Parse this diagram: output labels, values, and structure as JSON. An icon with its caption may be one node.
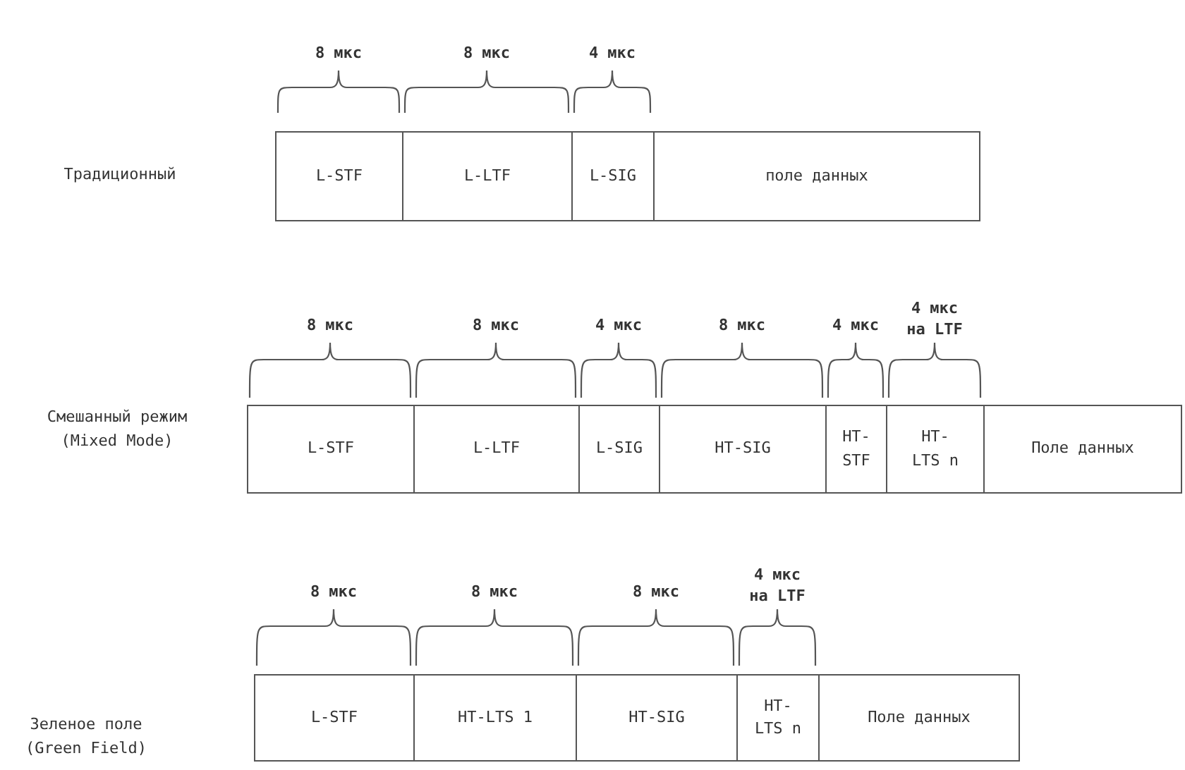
{
  "diagram": {
    "nodes": [
      {
        "text": [
          "L-STF"
        ]
      },
      {
        "text": [
          "L-LTF"
        ]
      },
      {
        "text": [
          "L-SIG"
        ]
      },
      {
        "text": [
          "поле данных"
        ]
      },
      {
        "text": [
          "L-STF"
        ]
      },
      {
        "text": [
          "L-LTF"
        ]
      },
      {
        "text": [
          "L-SIG"
        ]
      },
      {
        "text": [
          "HT-SIG"
        ]
      },
      {
        "text": [
          "HT- STF"
        ]
      },
      {
        "text": [
          "HT- LTS n"
        ]
      },
      {
        "text": [
          "Поле данных"
        ]
      },
      {
        "text": [
          "L-STF"
        ]
      },
      {
        "text": [
          "HT-LTS 1"
        ]
      },
      {
        "text": [
          "HT-SIG"
        ]
      },
      {
        "text": [
          "HT- LTS n"
        ]
      },
      {
        "text": [
          "Поле данных"
        ]
      }
    ],
    "labels": [
      "8 мкс",
      "8 мкс",
      "4 мкс",
      "Традиционный",
      "4 мкс на LTF",
      "8 мкс",
      "8 мкс",
      "4 мкс",
      "8 мкс",
      "4 мкс",
      "Смешанный режим (Mixed Mode)",
      "4 мкс на LTF",
      "8 мкс",
      "8 мкс",
      "8 мкс",
      "Зеленое поле (Green Field)"
    ]
  }
}
